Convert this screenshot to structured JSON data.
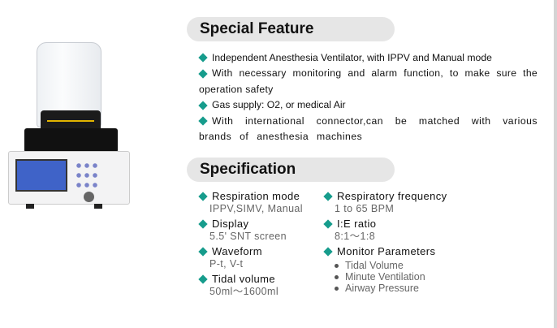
{
  "special_feature": {
    "title": "Special Feature",
    "items": [
      "Independent Anesthesia Ventilator, with IPPV and Manual mode",
      "With necessary monitoring and alarm function, to make sure the operation safety",
      "Gas supply: O2, or medical Air",
      "With international connector,can be matched with various brands of anesthesia machines"
    ]
  },
  "specification": {
    "title": "Specification",
    "left": [
      {
        "label": "Respiration mode",
        "value": "IPPV,SIMV, Manual"
      },
      {
        "label": "Display",
        "value": "5.5' SNT screen"
      },
      {
        "label": "Waveform",
        "value": "P-t, V-t"
      },
      {
        "label": "Tidal volume",
        "value": "50ml～1600ml"
      }
    ],
    "right": [
      {
        "label": "Respiratory frequency",
        "value": "1 to 65 BPM"
      },
      {
        "label": "I:E ratio",
        "value": "8:1～1:8"
      },
      {
        "label": "Monitor Parameters",
        "subitems": [
          "Tidal Volume",
          "Minute Ventilation",
          "Airway Pressure"
        ]
      }
    ]
  },
  "colors": {
    "bullet": "#169c8c",
    "pill": "#e6e6e6"
  }
}
